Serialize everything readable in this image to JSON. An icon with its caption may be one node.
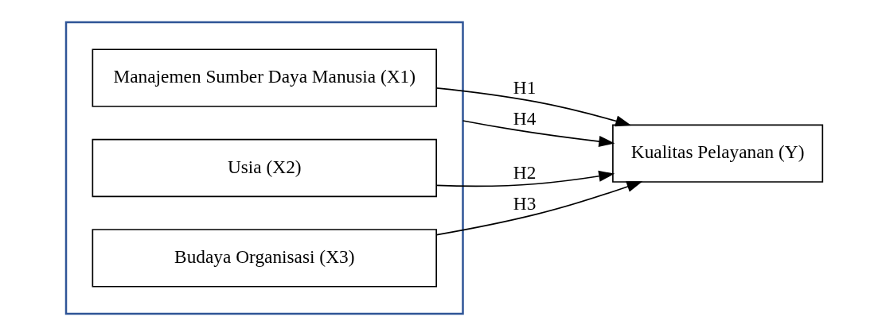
{
  "diagram": {
    "nodes": [
      {
        "text": [],
        "shape": "box"
      },
      {
        "text": [
          "Manajemen Sumber Daya Manusia (X1)"
        ],
        "in": 0
      },
      {
        "text": [
          "Usia (X2)"
        ],
        "in": 0
      },
      {
        "text": [
          "Budaya Organisasi (X3)"
        ],
        "in": 0
      },
      {
        "text": [
          "Kualitas Pelayanan (Y)"
        ]
      }
    ],
    "edges": [
      {
        "from": 1,
        "to": 4,
        "arrow": "to",
        "label": "H1"
      },
      {
        "from": 2,
        "to": 4,
        "arrow": "to",
        "label": "H2"
      },
      {
        "from": 3,
        "to": 4,
        "arrow": "to",
        "label": "H3"
      },
      {
        "from": 0,
        "to": 4,
        "arrow": "to",
        "label": "H4"
      }
    ]
  }
}
